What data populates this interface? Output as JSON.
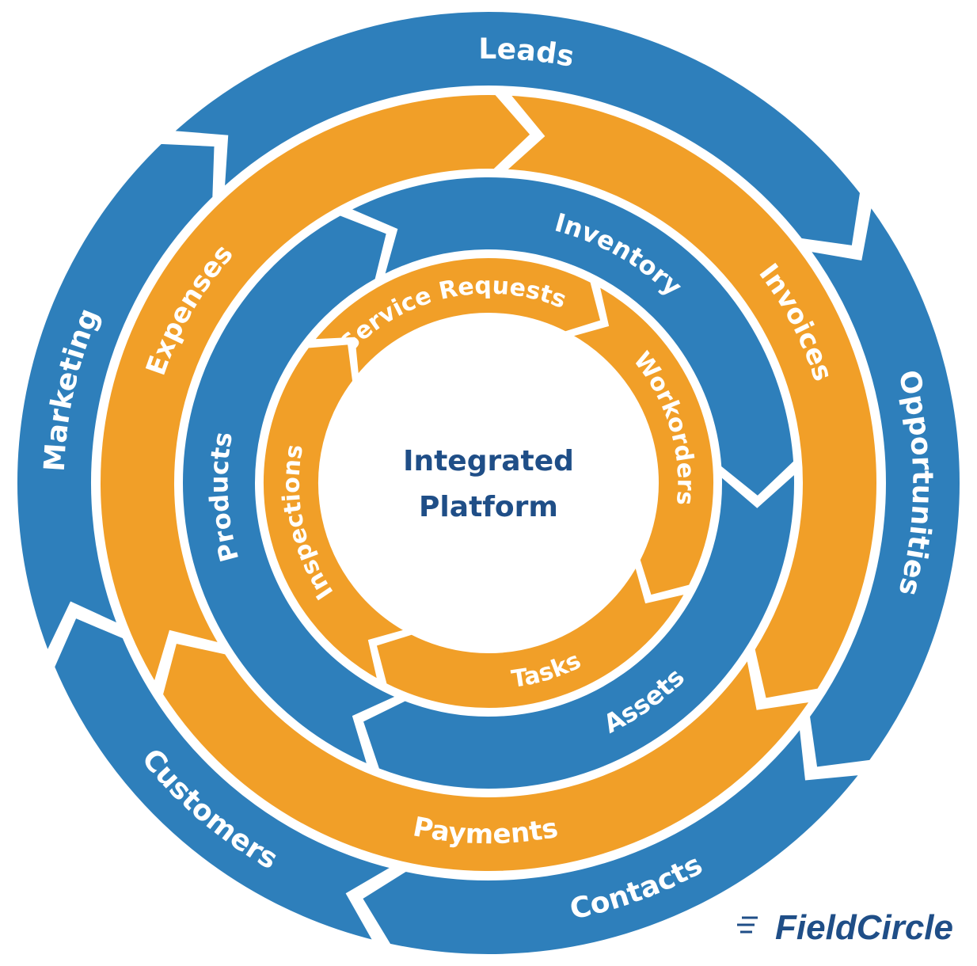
{
  "colors": {
    "blue": "#2e7fbb",
    "orange": "#f19f28",
    "center_text": "#1f4e87",
    "background": "#ffffff"
  },
  "center": {
    "line1": "Integrated",
    "line2": "Platform"
  },
  "rings": {
    "outer": {
      "color": "blue",
      "segments": [
        {
          "label": "Leads"
        },
        {
          "label": "Opportunities"
        },
        {
          "label": "Contacts"
        },
        {
          "label": "Customers"
        },
        {
          "label": "Marketing"
        }
      ]
    },
    "second": {
      "color": "orange",
      "segments": [
        {
          "label": "Invoices"
        },
        {
          "label": "Payments"
        },
        {
          "label": "Expenses"
        }
      ]
    },
    "third": {
      "color": "blue",
      "segments": [
        {
          "label": "Inventory"
        },
        {
          "label": "Assets"
        },
        {
          "label": "Products"
        }
      ]
    },
    "inner": {
      "color": "orange",
      "segments": [
        {
          "label": "Service Requests"
        },
        {
          "label": "Workorders"
        },
        {
          "label": "Tasks"
        },
        {
          "label": "Inspections"
        }
      ]
    }
  },
  "brand": {
    "name": "FieldCircle",
    "icon": "speed-lines-icon"
  }
}
